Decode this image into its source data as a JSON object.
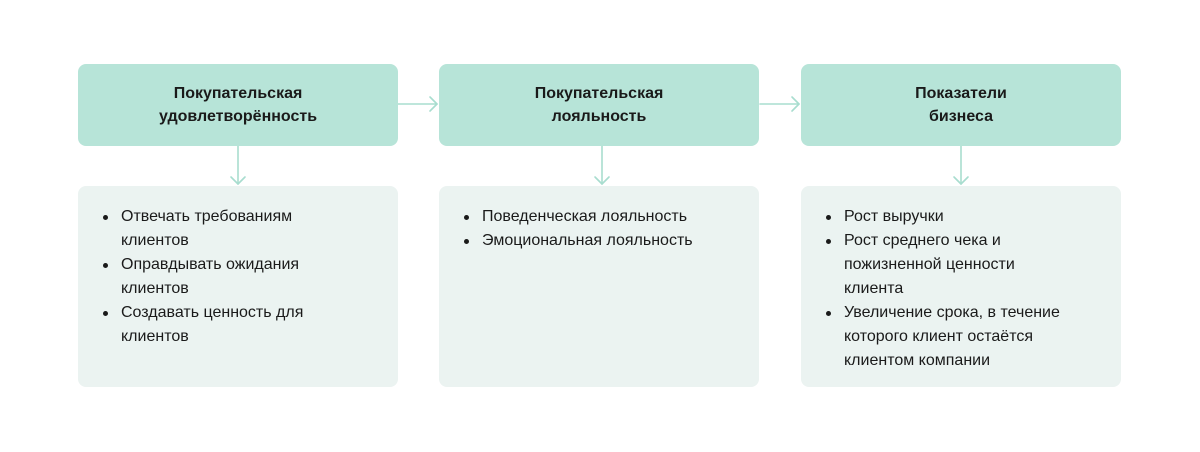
{
  "columns": [
    {
      "title": "Покупательская удовлетворённость",
      "items": [
        "Отвечать требованиям клиентов",
        "Оправдывать ожидания клиентов",
        "Создавать ценность для клиентов"
      ]
    },
    {
      "title": "Покупательская лояльность",
      "items": [
        "Поведенческая лояльность",
        "Эмоциональная лояльность"
      ]
    },
    {
      "title": "Показатели бизнеса",
      "items": [
        "Рост выручки",
        "Рост среднего чека и пожизненной ценности клиента",
        "Увеличение срока, в течение которого клиент остаётся клиентом компании"
      ]
    }
  ],
  "colors": {
    "header_fill": "#b7e4d8",
    "detail_fill": "#ebf3f1",
    "connector": "#a8ddcf",
    "text": "#1a1a1a"
  }
}
